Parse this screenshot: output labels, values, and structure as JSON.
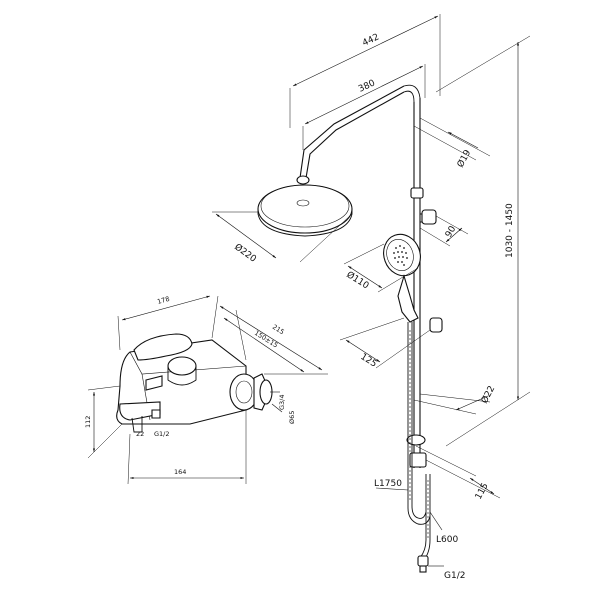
{
  "dimensions": {
    "overall_width": "442",
    "arm_length": "380",
    "pipe_diameter": "Ø19",
    "head_diameter": "Ø220",
    "holder_offset": "90",
    "hand_diameter": "Ø110",
    "hand_offset": "125",
    "column_diameter": "Ø22",
    "height_range": "1030 - 1450",
    "bracket_offset": "115",
    "hose_long": "L1750",
    "hose_short": "L600",
    "thread": "G1/2"
  },
  "mixer": {
    "width_top": "178",
    "depth": "215",
    "centers": "150±15",
    "height": "112",
    "length": "164",
    "spout": "22",
    "inlet_thread": "G1/2",
    "eccentric_thread": "G3/4",
    "flange": "Ø65"
  }
}
